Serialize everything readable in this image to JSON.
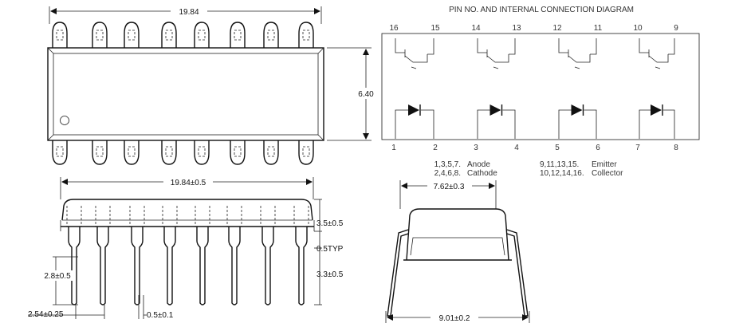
{
  "top_view": {
    "length_label": "19.84",
    "width_label": "6.40"
  },
  "side_view": {
    "length_label": "19.84±0.5",
    "body_height_label": "3.5±0.5",
    "seating_label": "0.5TYP",
    "lead_length_label": "3.3±0.5",
    "lead_to_standoff_label": "2.8±0.5",
    "pitch_label": "2.54±0.25",
    "lead_width_label": "0.5±0.1"
  },
  "end_view": {
    "row_spacing_label": "7.62±0.3",
    "lead_span_label": "9.01±0.2"
  },
  "connection_diagram": {
    "title": "PIN NO. AND INTERNAL CONNECTION DIAGRAM",
    "top_pins": [
      "16",
      "15",
      "14",
      "13",
      "12",
      "11",
      "10",
      "9"
    ],
    "bottom_pins": [
      "1",
      "2",
      "3",
      "4",
      "5",
      "6",
      "7",
      "8"
    ],
    "legend": [
      {
        "pins": "1,3,5,7.",
        "function": "Anode"
      },
      {
        "pins": "2,4,6,8.",
        "function": "Cathode"
      },
      {
        "pins": "9,11,13,15.",
        "function": "Emitter"
      },
      {
        "pins": "10,12,14,16.",
        "function": "Collector"
      }
    ]
  }
}
